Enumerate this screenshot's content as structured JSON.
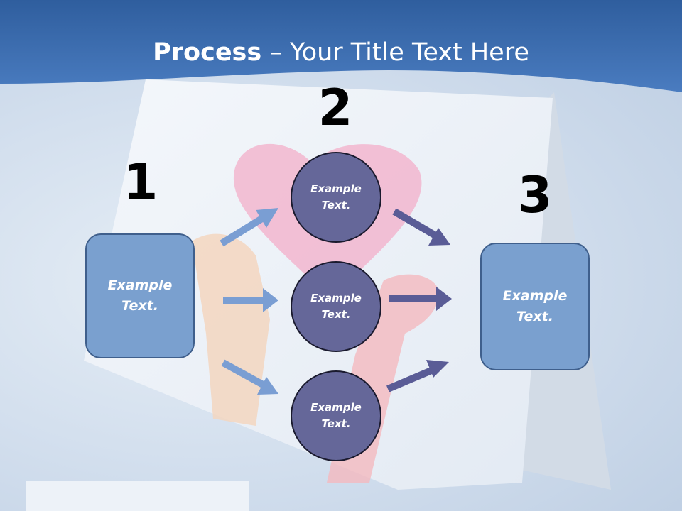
{
  "title": {
    "bold": "Process",
    "rest": " – Your Title Text Here"
  },
  "numbers": [
    "1",
    "2",
    "3"
  ],
  "left_box": {
    "text": "Example Text."
  },
  "circles": [
    {
      "text": "Example Text."
    },
    {
      "text": "Example Text."
    },
    {
      "text": "Example Text."
    }
  ],
  "right_box": {
    "text": "Example Text."
  },
  "colors": {
    "header": "#3f6fb0",
    "box_fill": "#7aa0cf",
    "circle_fill": "#656799",
    "left_arrow": "#7a9ed3",
    "right_arrow": "#5a5c96"
  }
}
